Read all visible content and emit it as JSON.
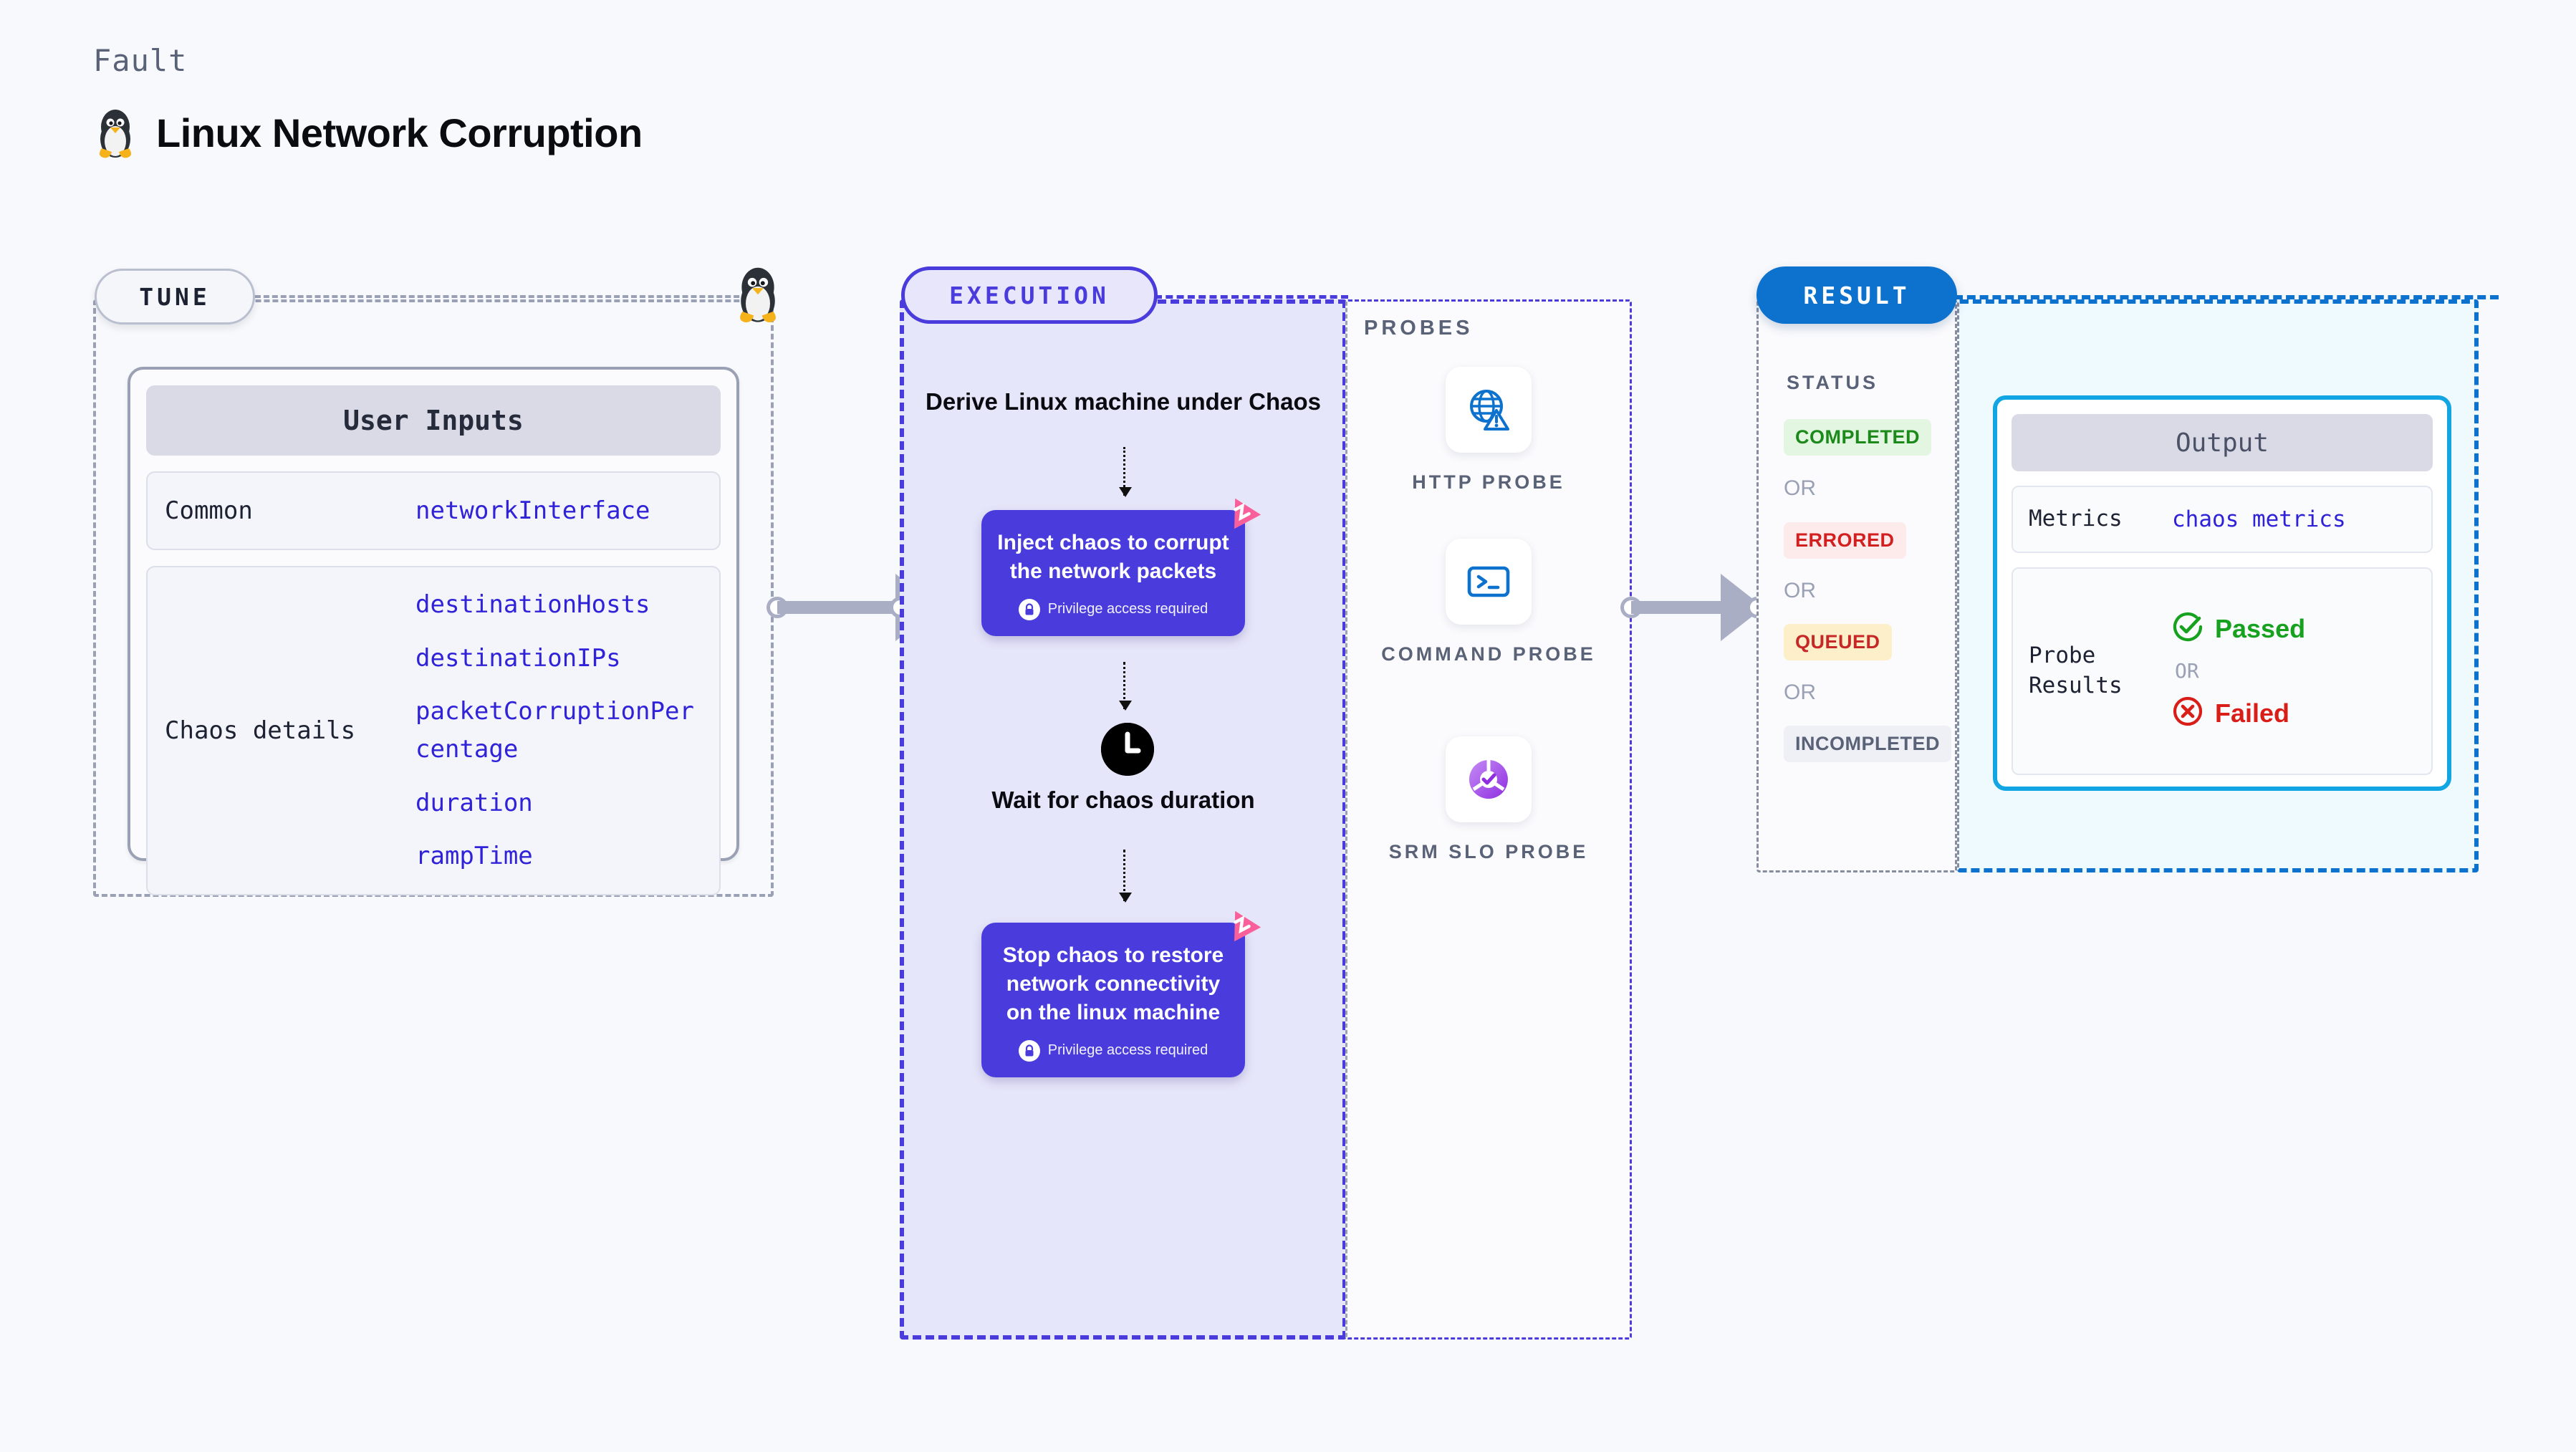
{
  "header": {
    "eyebrow": "Fault",
    "title": "Linux Network Corruption",
    "icon": "linux-penguin-icon"
  },
  "tune": {
    "badge": "TUNE",
    "card_title": "User Inputs",
    "rows": [
      {
        "label": "Common",
        "values": [
          "networkInterface"
        ]
      },
      {
        "label": "Chaos details",
        "values": [
          "destinationHosts",
          "destinationIPs",
          "packetCorruptionPercentage",
          "duration",
          "rampTime"
        ]
      }
    ]
  },
  "execution": {
    "badge": "EXECUTION",
    "step1_heading": "Derive Linux machine under Chaos",
    "node1_title": "Inject chaos to corrupt the network packets",
    "node1_privilege": "Privilege access required",
    "wait_heading": "Wait for chaos duration",
    "node2_title": "Stop chaos to restore network connectivity on the linux machine",
    "node2_privilege": "Privilege access required"
  },
  "probes": {
    "label": "PROBES",
    "items": [
      {
        "name": "HTTP PROBE",
        "icon": "globe-warning-icon"
      },
      {
        "name": "COMMAND PROBE",
        "icon": "terminal-icon"
      },
      {
        "name": "SRM SLO PROBE",
        "icon": "slo-donut-check-icon"
      }
    ]
  },
  "result": {
    "badge": "RESULT",
    "status_label": "STATUS",
    "or_label": "OR",
    "statuses": [
      {
        "text": "COMPLETED",
        "bg": "#e3f6e1",
        "fg": "#1b8a1b"
      },
      {
        "text": "ERRORED",
        "bg": "#fdeaea",
        "fg": "#d21f1f"
      },
      {
        "text": "QUEUED",
        "bg": "#fdefc9",
        "fg": "#c62828"
      },
      {
        "text": "INCOMPLETED",
        "bg": "#eff0f5",
        "fg": "#5a6277"
      }
    ]
  },
  "output": {
    "card_title": "Output",
    "metrics_label": "Metrics",
    "metrics_value": "chaos metrics",
    "probe_results_label": "Probe Results",
    "passed_label": "Passed",
    "or_label": "OR",
    "failed_label": "Failed"
  },
  "colors": {
    "page_bg": "#f8f9fc",
    "execution_accent": "#4a3bdc",
    "execution_bg": "#e6e6fa",
    "result_accent": "#0d72cd",
    "output_bg": "#eefafe",
    "output_border": "#11a5e4",
    "chaos_pink": "#f9609b",
    "param_blue": "#2f22d8",
    "muted": "#5a6277"
  }
}
